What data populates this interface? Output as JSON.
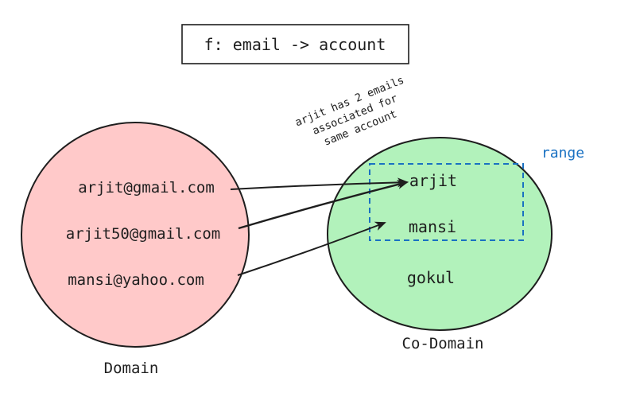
{
  "title": "f: email -> account",
  "domain": {
    "label": "Domain",
    "items": [
      "arjit@gmail.com",
      "arjit50@gmail.com",
      "mansi@yahoo.com"
    ],
    "color": "#ffc9c9"
  },
  "codomain": {
    "label": "Co-Domain",
    "items": [
      "arjit",
      "mansi",
      "gokul"
    ],
    "color": "#b2f2bb"
  },
  "range": {
    "label": "range",
    "color": "#1971c2"
  },
  "annotation": {
    "lines": [
      "arjit has 2 emails",
      "associated for",
      "same account"
    ]
  },
  "mappings": [
    {
      "from": "arjit@gmail.com",
      "to": "arjit"
    },
    {
      "from": "arjit50@gmail.com",
      "to": "arjit"
    },
    {
      "from": "mansi@yahoo.com",
      "to": "mansi"
    }
  ]
}
